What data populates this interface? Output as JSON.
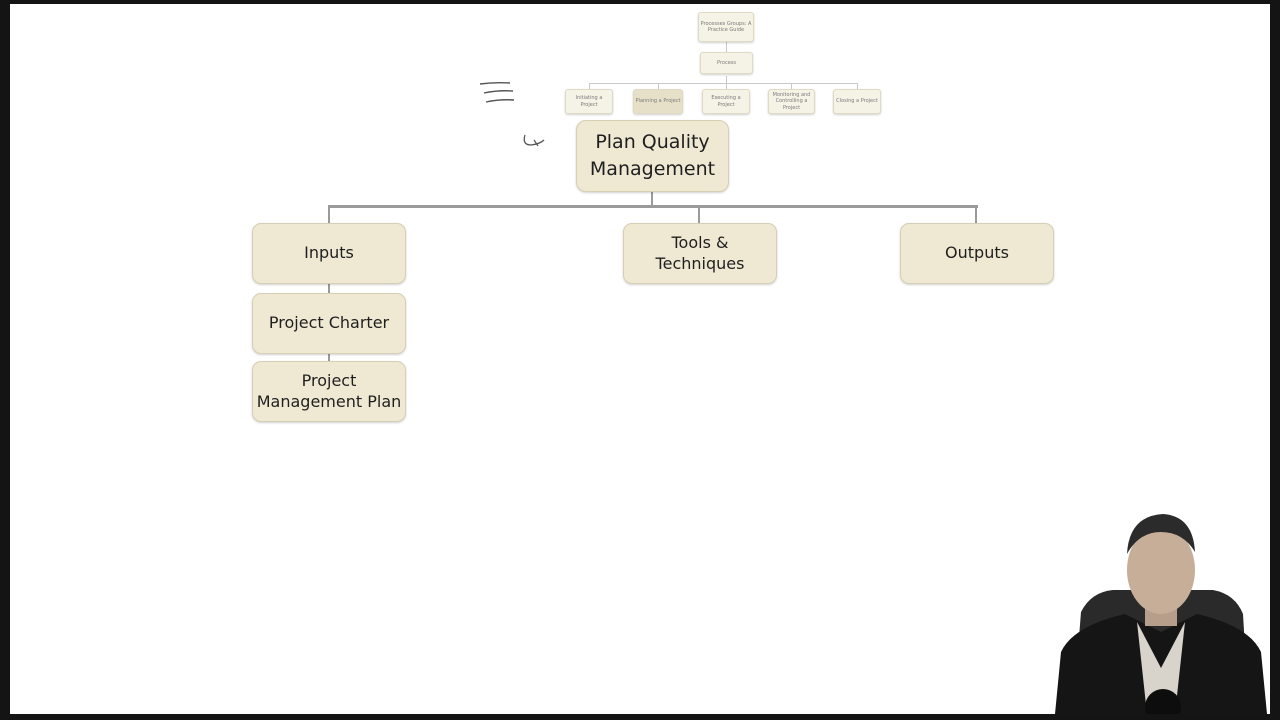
{
  "diagram": {
    "nav": {
      "root": "Processes Groups: A Practice Guide",
      "process": "Process",
      "groups": [
        {
          "label": "Initiating a Project",
          "active": false
        },
        {
          "label": "Planning a Project",
          "active": true
        },
        {
          "label": "Executing a Project",
          "active": false
        },
        {
          "label": "Monitoring and Controlling a Project",
          "active": false
        },
        {
          "label": "Closing a Project",
          "active": false
        }
      ]
    },
    "main_process": "Plan Quality Management",
    "categories": {
      "inputs": "Inputs",
      "tools": "Tools & Techniques",
      "outputs": "Outputs"
    },
    "inputs": [
      "Project Charter",
      "Project Management Plan"
    ]
  },
  "colors": {
    "box_fill": "#efe9d3",
    "box_border": "#d6cfb4",
    "connector": "#9a9a9a",
    "ink": "#555555"
  },
  "presenter": {
    "present": true
  }
}
